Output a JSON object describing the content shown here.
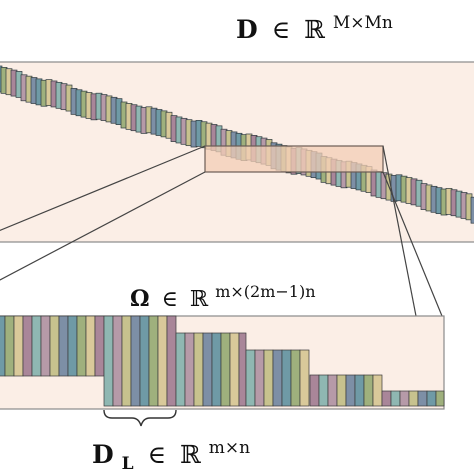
{
  "labels": {
    "D": {
      "symbol": "D",
      "in": "∈",
      "set": "ℝ",
      "exponent": "M×Mn"
    },
    "Omega": {
      "symbol": "Ω",
      "in": "∈",
      "set": "ℝ",
      "exponent": "m×(2m−1)n"
    },
    "DL": {
      "symbol": "D",
      "subscript": "L",
      "in": "∈",
      "set": "ℝ",
      "exponent": "m×n"
    }
  },
  "colors": {
    "band_fill": "#fbeee6",
    "band_border": "#8a8a8a",
    "highlight_fill": "#f3cdb6",
    "highlight_border": "#6a5c55",
    "connector": "#444444",
    "strip_palette": [
      "#6f9aa6",
      "#9fb07d",
      "#d9c99a",
      "#a98699",
      "#8fb7b2",
      "#b69aa8",
      "#c7c28e",
      "#7d8fa6"
    ]
  }
}
